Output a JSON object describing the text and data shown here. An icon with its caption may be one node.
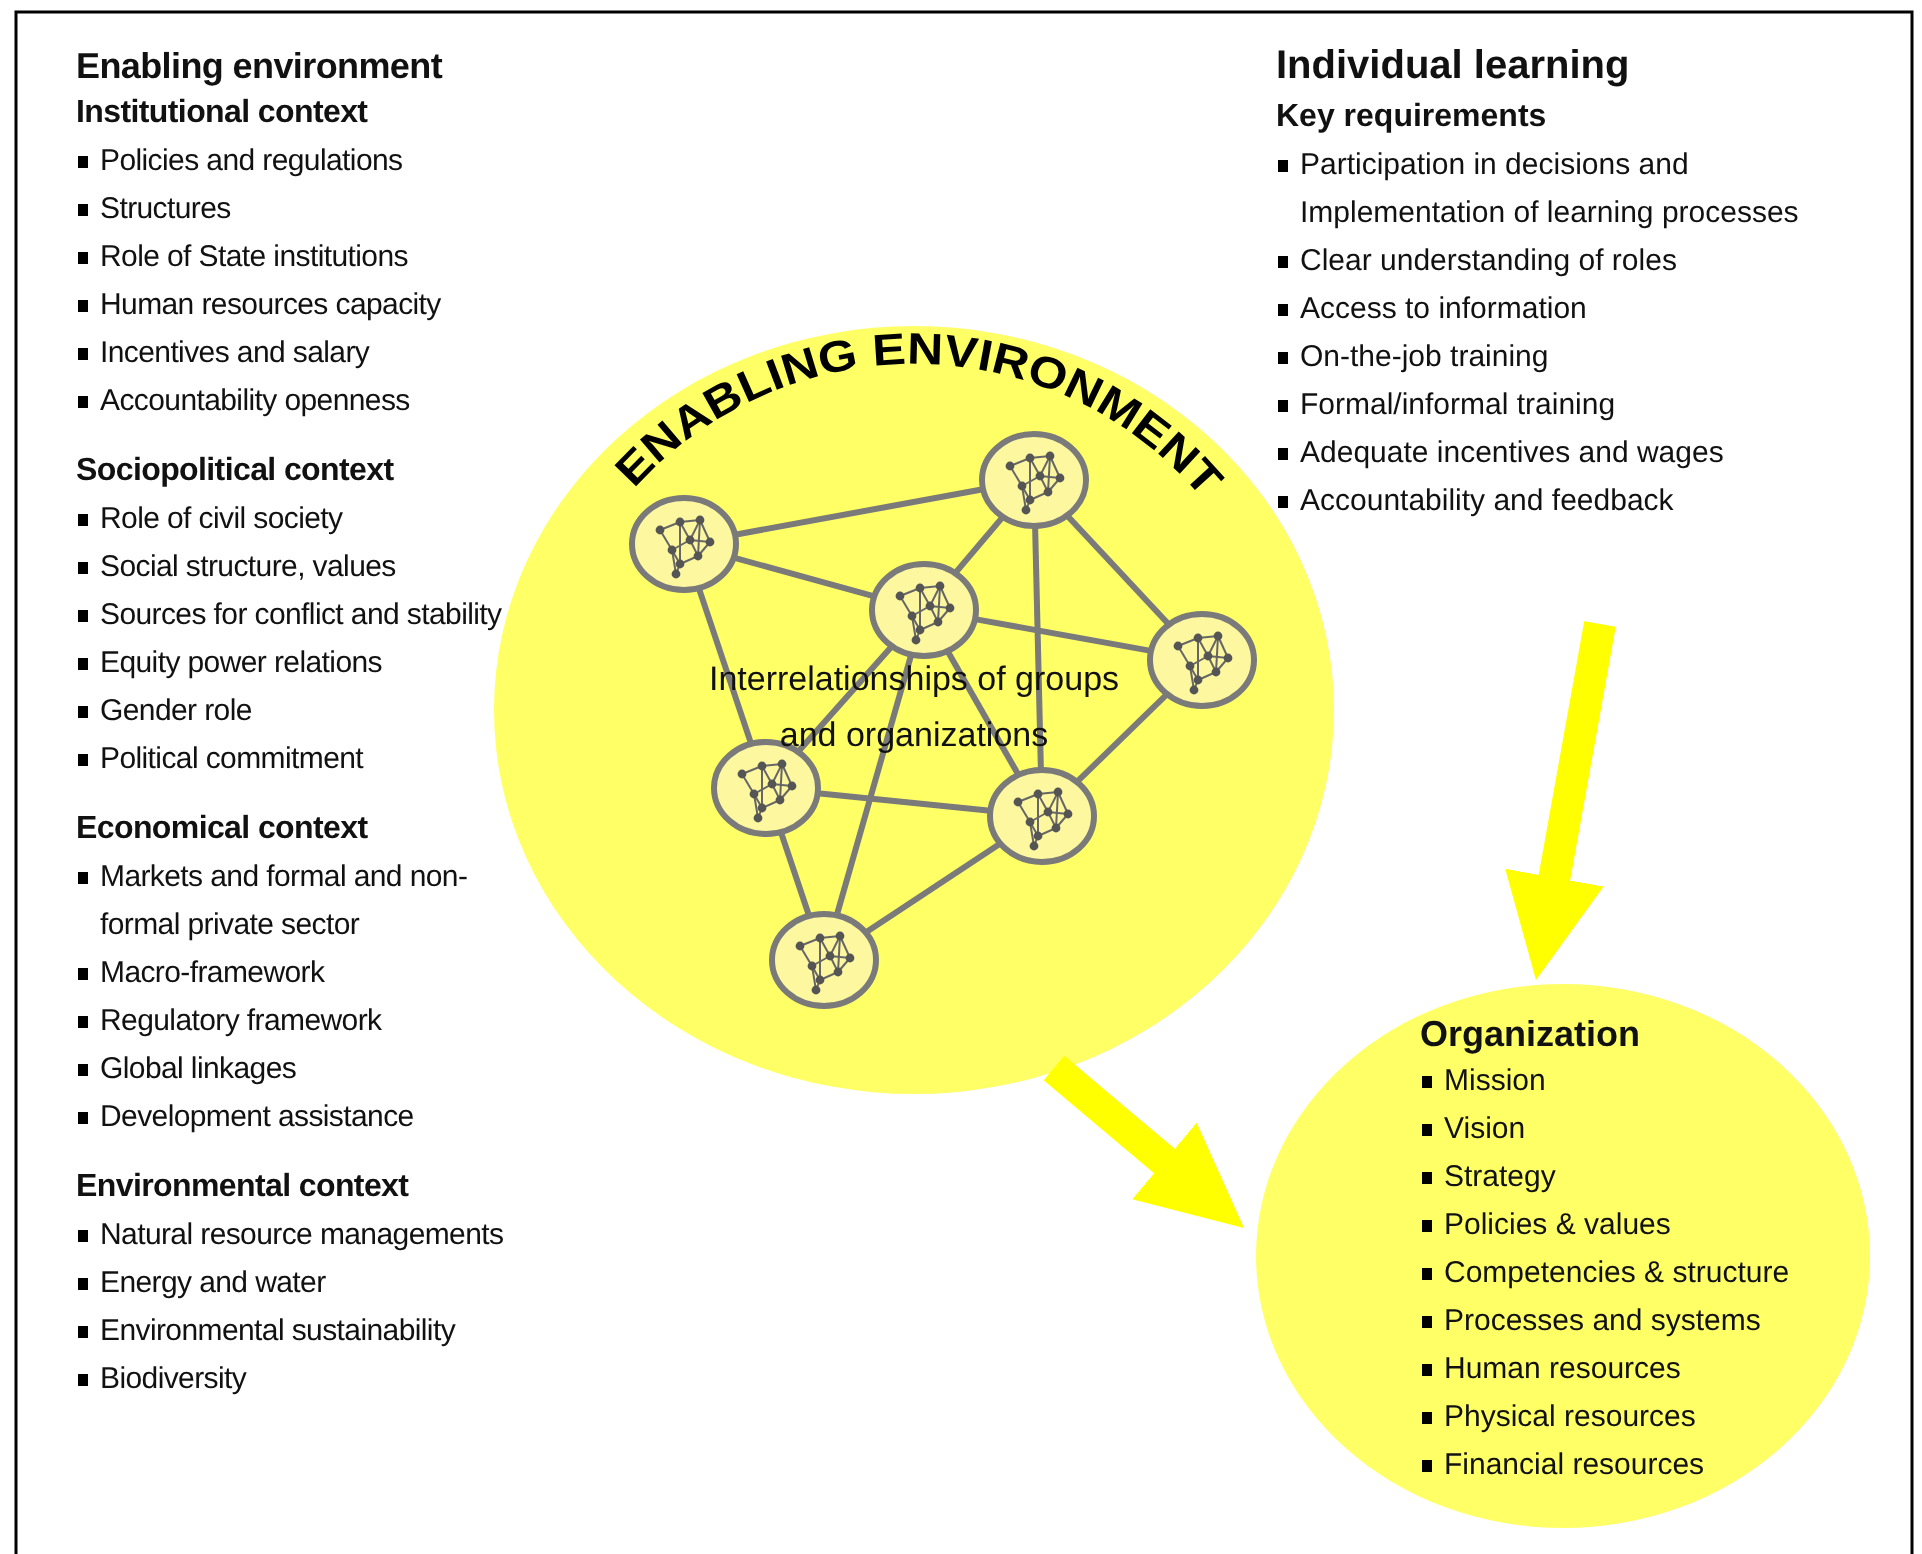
{
  "diagram": {
    "nodes": [
      {
        "text": [
          "ENABLING ENVIRONMENT",
          "Interrelationships of groups and organizations"
        ]
      },
      {
        "text": [],
        "shape": "circle",
        "in": 0
      },
      {
        "text": [],
        "shape": "circle",
        "in": 0
      },
      {
        "text": [],
        "shape": "circle",
        "in": 0
      },
      {
        "text": [],
        "shape": "circle",
        "in": 0
      },
      {
        "text": [],
        "shape": "circle",
        "in": 0
      },
      {
        "text": [],
        "shape": "circle",
        "in": 0
      },
      {
        "text": [],
        "shape": "circle",
        "in": 0
      },
      {
        "text": [
          "Organization",
          "Mission",
          "Vision",
          "Strategy",
          "Policies & values",
          "Competencies & structure",
          "Processes and systems",
          "Human resources",
          "Physical resources",
          "Financial resources"
        ]
      },
      {
        "text": [
          "Individual learning",
          "Key requirements",
          "Participation in decisions and Implementation of learning processes",
          "Clear understanding of roles",
          "Access to information",
          "On-the-job training",
          "Formal/informal training",
          "Adequate incentives and wages",
          "Accountability and feedback"
        ]
      }
    ],
    "edges": [
      {
        "from": 9,
        "to": 8,
        "arrow": "to",
        "style": "thick",
        "color": "#ffff00"
      },
      {
        "from": 0,
        "to": 8,
        "arrow": "to",
        "style": "thick",
        "color": "#ffff00"
      },
      {
        "from": 2,
        "to": 1,
        "arrow": "none"
      },
      {
        "from": 2,
        "to": 3,
        "arrow": "none"
      },
      {
        "from": 2,
        "to": 5,
        "arrow": "none"
      },
      {
        "from": 1,
        "to": 3,
        "arrow": "none"
      },
      {
        "from": 1,
        "to": 4,
        "arrow": "none"
      },
      {
        "from": 1,
        "to": 6,
        "arrow": "none"
      },
      {
        "from": 3,
        "to": 4,
        "arrow": "none"
      },
      {
        "from": 3,
        "to": 5,
        "arrow": "none"
      },
      {
        "from": 3,
        "to": 6,
        "arrow": "none"
      },
      {
        "from": 3,
        "to": 7,
        "arrow": "none"
      },
      {
        "from": 4,
        "to": 6,
        "arrow": "none"
      },
      {
        "from": 5,
        "to": 6,
        "arrow": "none"
      },
      {
        "from": 5,
        "to": 7,
        "arrow": "none"
      },
      {
        "from": 6,
        "to": 7,
        "arrow": "none"
      }
    ],
    "labels": [
      "Enabling environment",
      "Institutional context",
      "Policies and regulations",
      "Structures",
      "Role of State institutions",
      "Human resources capacity",
      "Incentives and salary",
      "Accountability openness",
      "Sociopolitical context",
      "Role of civil society",
      "Social structure, values",
      "Sources for conflict and stability",
      "Equity power relations",
      "Gender role",
      "Political commitment",
      "Economical context",
      "Markets and formal and non-formal private sector",
      "Macro-framework",
      "Regulatory framework",
      "Global linkages",
      "Development assistance",
      "Environmental context",
      "Natural resource managements",
      "Energy and water",
      "Environmental sustainability",
      "Biodiversity"
    ]
  }
}
